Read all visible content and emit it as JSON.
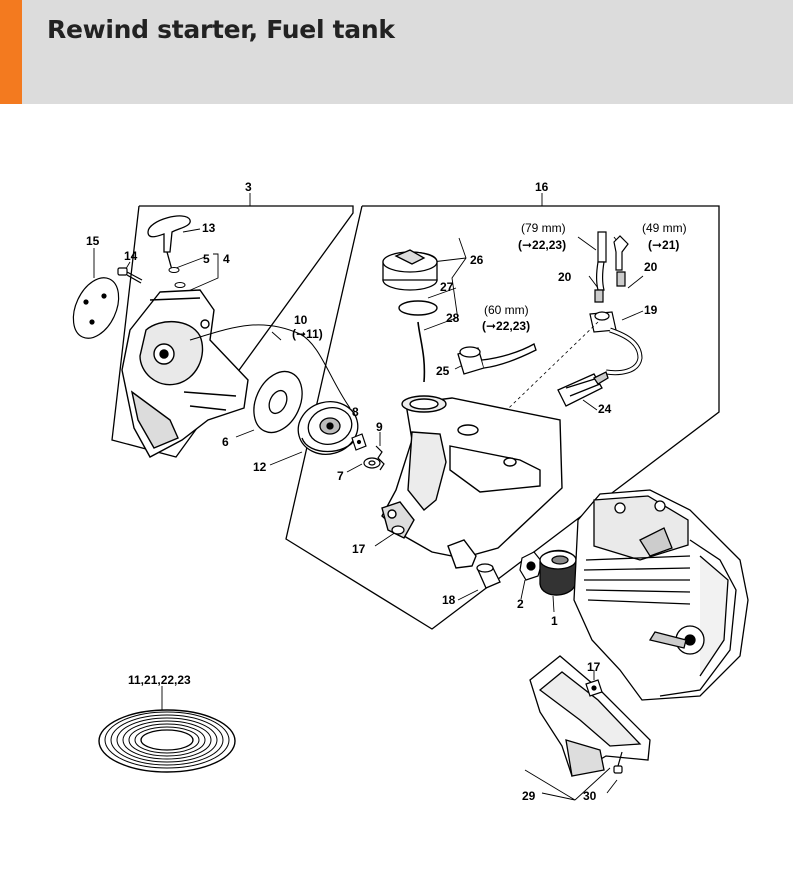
{
  "header": {
    "title": "Rewind starter, Fuel tank",
    "accent_color": "#f37a1f",
    "band_color": "#dcdcdc"
  },
  "callouts": {
    "c1": "1",
    "c2": "2",
    "c3": "3",
    "c4": "4",
    "c5": "5",
    "c6": "6",
    "c7": "7",
    "c8": "8",
    "c9": "9",
    "c10": "10",
    "c10ref": "(➞11)",
    "c11": "11,21,22,23",
    "c12": "12",
    "c13": "13",
    "c14": "14",
    "c15": "15",
    "c16": "16",
    "c17a": "17",
    "c17b": "17",
    "c18": "18",
    "c19": "19",
    "c20a": "20",
    "c20b": "20",
    "c24": "24",
    "c25": "25",
    "c26": "26",
    "c27": "27",
    "c28": "28",
    "c29": "29",
    "c30": "30",
    "mm79": "(79 mm)",
    "ref79": "(➞22,23)",
    "mm49": "(49 mm)",
    "ref49": "(➞21)",
    "mm60": "(60 mm)",
    "ref60": "(➞22,23)"
  }
}
